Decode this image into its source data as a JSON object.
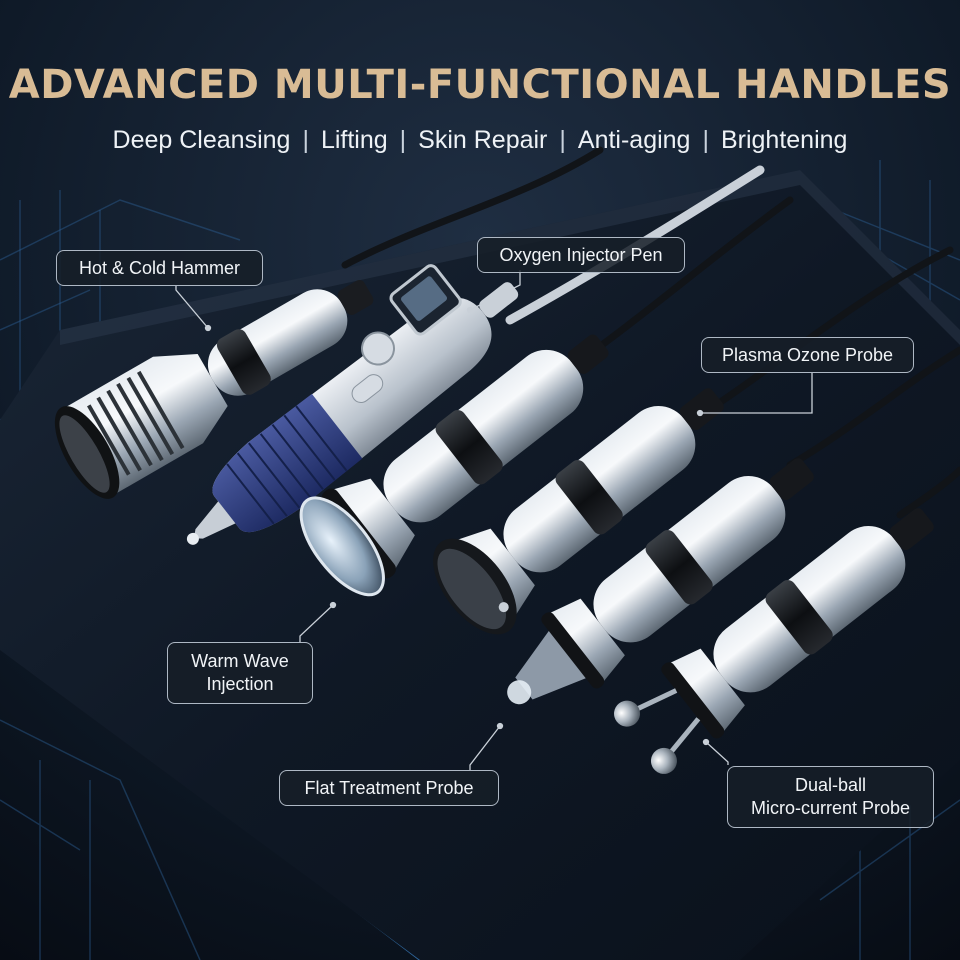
{
  "header": {
    "title": "ADVANCED MULTI-FUNCTIONAL HANDLES",
    "subtitle_items": [
      "Deep Cleansing",
      "Lifting",
      "Skin Repair",
      "Anti-aging",
      "Brightening"
    ],
    "separator": "|"
  },
  "labels": {
    "hot_cold_hammer": "Hot & Cold Hammer",
    "oxygen_injector_pen": "Oxygen Injector Pen",
    "plasma_ozone_probe": "Plasma Ozone Probe",
    "warm_wave_line1": "Warm Wave",
    "warm_wave_line2": "Injection",
    "flat_treatment_probe": "Flat Treatment Probe",
    "dual_ball_line1": "Dual-ball",
    "dual_ball_line2": "Micro-current Probe"
  },
  "colors": {
    "title_gold": "#d9bc95",
    "background": "#0b1420",
    "accent_blue_glow": "#3a8fe0",
    "pen_navy": "#2a3a7a"
  }
}
